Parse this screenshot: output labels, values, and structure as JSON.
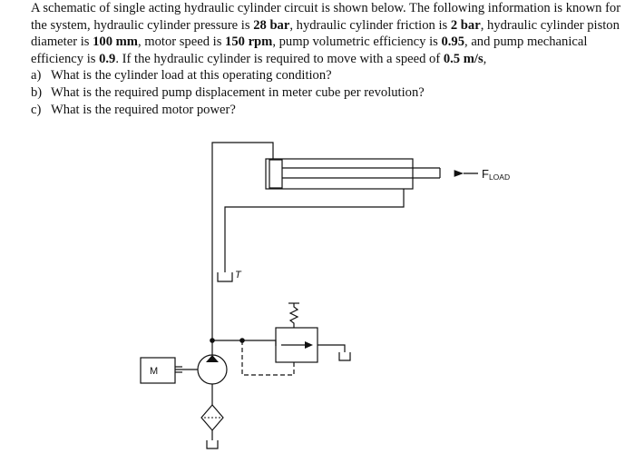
{
  "problem": {
    "t1": "A schematic of single acting hydraulic cylinder circuit is shown below. The following information is known for the system, hydraulic cylinder pressure is ",
    "pressure": "28 bar",
    "t2": ", hydraulic cylinder friction is ",
    "friction": "2 bar",
    "t3": ", hydraulic cylinder piston diameter is ",
    "diameter": "100 mm",
    "t4": ", motor speed is ",
    "speed": "150 rpm",
    "t5": ", pump volumetric efficiency is ",
    "vol_eff": "0.95",
    "t6": ", and pump mechanical efficiency is ",
    "mech_eff": "0.9",
    "t7": ". If the hydraulic cylinder is required to move with a speed of ",
    "velocity": "0.5 m/s",
    "t8": ","
  },
  "questions": [
    {
      "label": "a)",
      "text": "What is the cylinder load at this operating condition?"
    },
    {
      "label": "b)",
      "text": "What is the required pump displacement in meter cube per revolution?"
    },
    {
      "label": "c)",
      "text": "What is the required motor power?"
    }
  ],
  "diagram": {
    "load_label": "F",
    "load_sub": "LOAD",
    "tank_label": "T",
    "motor_label": "M"
  }
}
